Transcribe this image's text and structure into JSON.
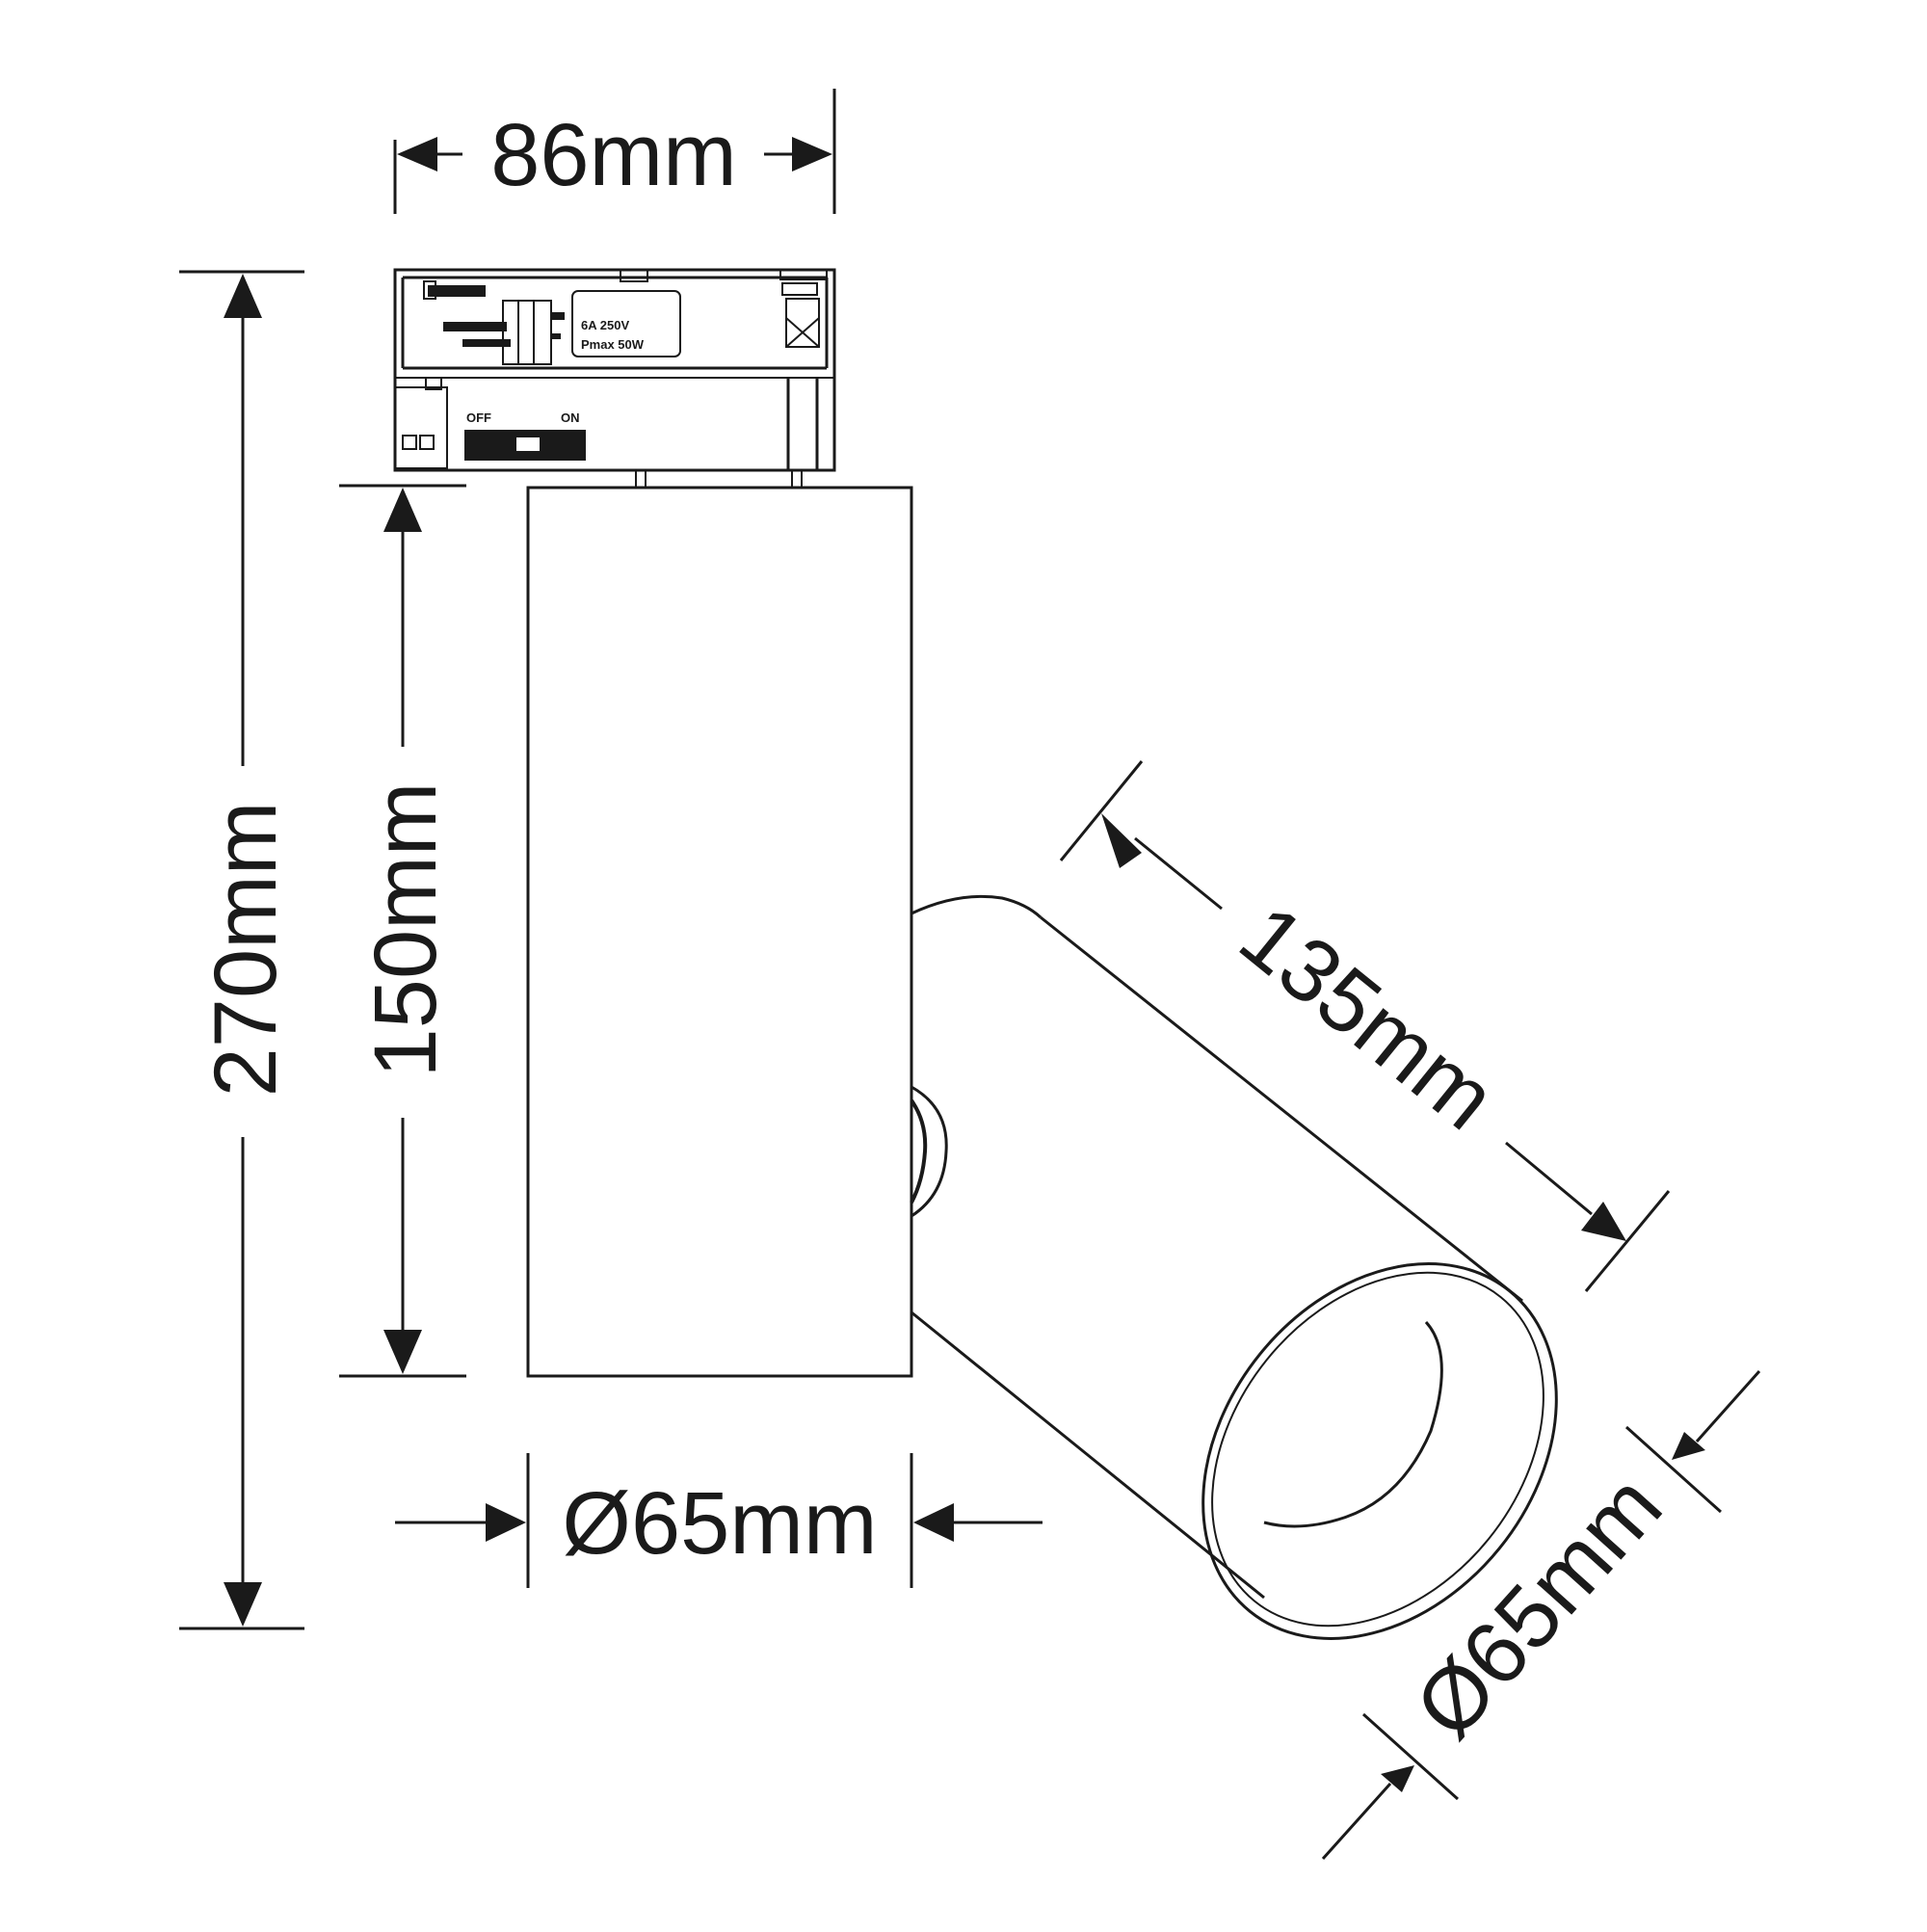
{
  "diagram": {
    "dimensions": {
      "width_top": "86mm",
      "total_height": "270mm",
      "body_height": "150mm",
      "body_diameter": "Ø65mm",
      "head_length": "135mm",
      "head_diameter": "Ø65mm"
    },
    "adapter_labels": {
      "switch_off": "OFF",
      "switch_on": "ON",
      "rating_line1": "6A 250V",
      "rating_line2": "Pmax 50W"
    }
  }
}
